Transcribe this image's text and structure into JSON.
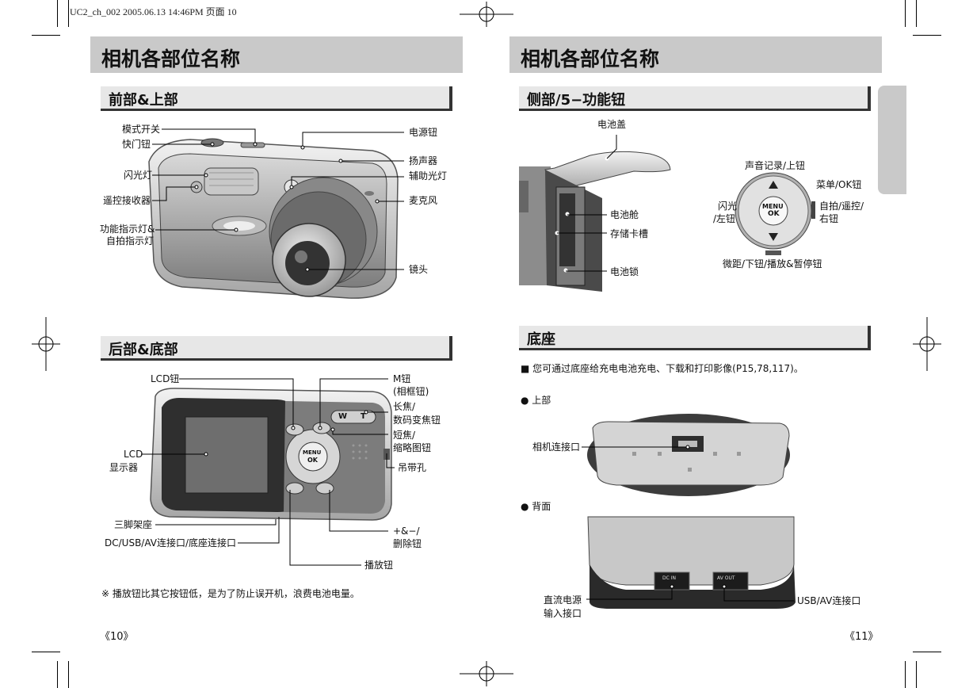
{
  "header": {
    "text": "UC2_ch_002  2005.06.13  14:46PM  页面 10"
  },
  "left_page": {
    "title": "相机各部位名称",
    "front_section": {
      "title": "前部&上部",
      "labels": {
        "mode_switch": "模式开关",
        "shutter": "快门钮",
        "flash": "闪光灯",
        "remote_receiver": "遥控接收器",
        "function_lamp_1": "功能指示灯&",
        "function_lamp_2": "自拍指示灯",
        "power": "电源钮",
        "speaker": "扬声器",
        "af_lamp": "辅助光灯",
        "mic": "麦克风",
        "lens": "镜头"
      }
    },
    "back_section": {
      "title": "后部&底部",
      "labels": {
        "lcd_button": "LCD钮",
        "lcd_1": "LCD",
        "lcd_2": "显示器",
        "tripod": "三脚架座",
        "dc_port": "DC/USB/AV连接口/底座连接口",
        "m_button_1": "M钮",
        "m_button_2": "(相框钮)",
        "tele_1": "长焦/",
        "tele_2": "数码变焦钮",
        "wide_1": "短焦/",
        "wide_2": "缩略图钮",
        "strap": "吊带孔",
        "plusminus_1": "+&−/",
        "plusminus_2": "删除钮",
        "play": "播放钮"
      }
    },
    "note": "※ 播放钮比其它按钮低，是为了防止误开机，浪费电池电量。",
    "page_number": "《10》"
  },
  "right_page": {
    "title": "相机各部位名称",
    "side_section": {
      "title": "侧部/5−功能钮",
      "labels": {
        "battery_cover": "电池盖",
        "battery_chamber": "电池舱",
        "card_slot": "存储卡槽",
        "battery_lock": "电池锁",
        "voice_up": "声音记录/上钮",
        "menu_ok": "菜单/OK钮",
        "flash_left_1": "闪光",
        "flash_left_2": "/左钮",
        "self_right_1": "自拍/遥控/",
        "self_right_2": "右钮",
        "macro_down": "微距/下钮/播放&暂停钮"
      }
    },
    "cradle_section": {
      "title": "底座",
      "intro": "■ 您可通过底座给充电电池充电、下载和打印影像(P15,78,117)。",
      "top_label": "● 上部",
      "camera_port": "相机连接口",
      "back_label": "● 背面",
      "dc_in_1": "直流电源",
      "dc_in_2": "输入接口",
      "usb_av": "USB/AV连接口"
    },
    "page_number": "《11》"
  },
  "device_text": {
    "menu": "MENU",
    "ok": "OK",
    "w": "W",
    "t": "T",
    "dcin": "DC IN",
    "avout": "AV OUT"
  }
}
